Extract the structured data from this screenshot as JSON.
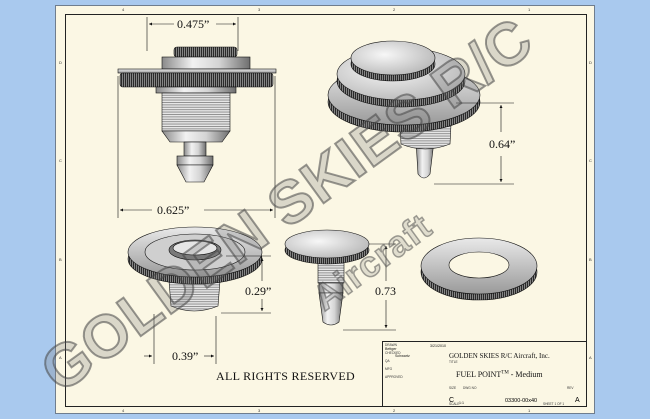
{
  "zones": {
    "top": [
      "4",
      "3",
      "2",
      "1"
    ],
    "side": [
      "D",
      "C",
      "B",
      "A"
    ]
  },
  "dimensions": {
    "head_diameter": "0.475”",
    "flange_diameter": "0.625”",
    "overall_height": "0.64”",
    "nut_height": "0.29”",
    "nut_diameter": "0.39”",
    "insert_height": "0.73"
  },
  "rights": "ALL RIGHTS RESERVED",
  "title_block": {
    "labels": {
      "drawn": "DRAWN",
      "checked": "CHECKED",
      "qa": "QA",
      "mfg": "MFG",
      "approved": "APPROVED",
      "title": "TITLE",
      "size": "SIZE",
      "dwg_no": "DWG NO",
      "rev": "REV",
      "scale": "SCALE",
      "sheet": "SHEET"
    },
    "drawn_by": "Bettger",
    "drawn_date": "3/21/2010",
    "checked_by": "Schwartz",
    "company": "GOLDEN SKIES R/C Aircraft, Inc.",
    "title_main": "FUEL POINT",
    "title_tm": "TM",
    "title_suffix": " - Medium",
    "size": "C",
    "dwg_no": "03300-00x40",
    "rev": "A",
    "scale": "1:1",
    "sheet": "SHEET 1  OF 1"
  },
  "watermark": {
    "main": "GOLDEN SKIES R/C",
    "sub": "Aircraft"
  },
  "colors": {
    "background": "#a9c9ee",
    "paper": "#fbf7e4",
    "line": "#111111"
  }
}
